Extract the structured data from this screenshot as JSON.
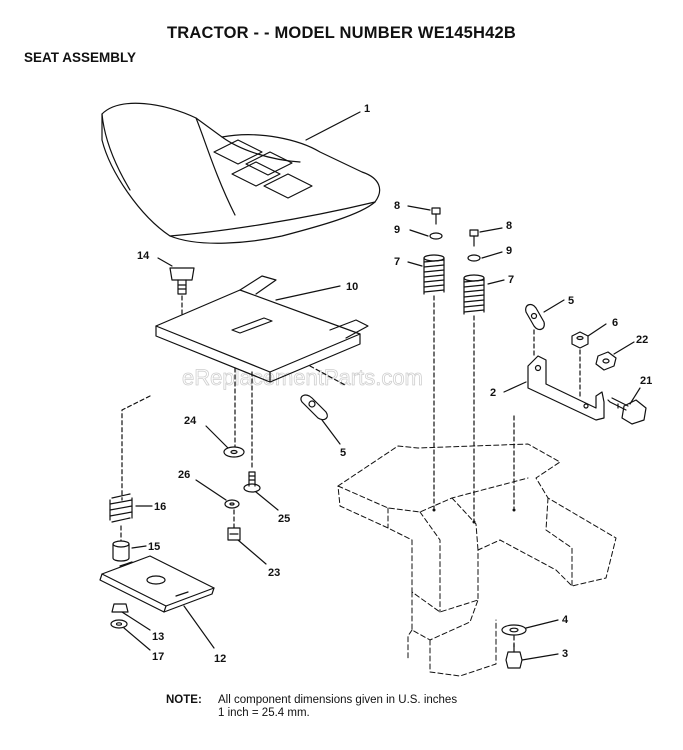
{
  "header": {
    "title": "TRACTOR - - MODEL NUMBER WE145H42B",
    "subtitle": "SEAT ASSEMBLY"
  },
  "watermark": "eReplacementParts.com",
  "callouts": {
    "seat": "1",
    "seat_bracket": "2",
    "bolt_3": "3",
    "washer_4": "4",
    "clip_5_right": "5",
    "clip_5_left": "5",
    "nut_6": "6",
    "spring_7_left": "7",
    "spring_7_right": "7",
    "screw_8_left": "8",
    "screw_8_right": "8",
    "washer_9_left": "9",
    "washer_9_right": "9",
    "seat_pan": "10",
    "slide_plate": "12",
    "nut_13": "13",
    "knob_14": "14",
    "spacer_15": "15",
    "spring_16": "16",
    "washer_17": "17",
    "bolt_21": "21",
    "nut_22": "22",
    "screw_23": "23",
    "washer_24": "24",
    "bolt_25": "25",
    "washer_26": "26"
  },
  "note": {
    "label": "NOTE:",
    "line1": "All component dimensions given in U.S. inches",
    "line2": "1 inch = 25.4 mm."
  }
}
